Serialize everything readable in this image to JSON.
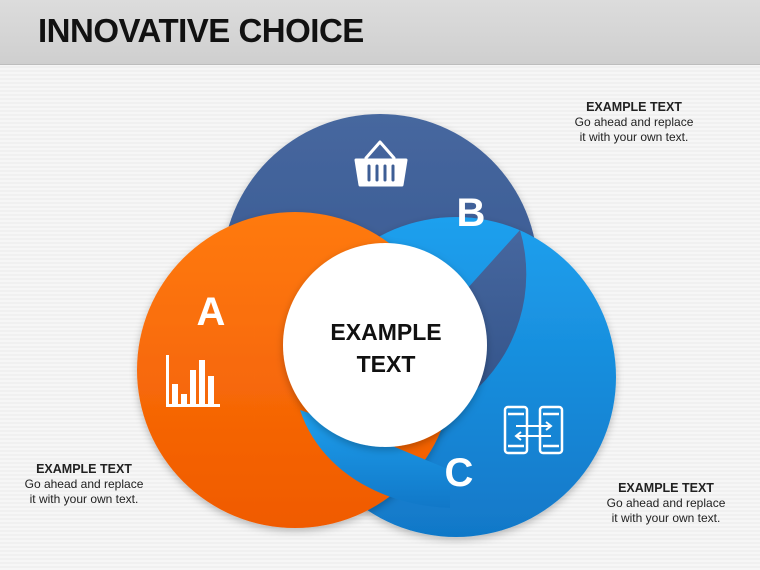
{
  "header": {
    "title": "INNOVATIVE CHOICE"
  },
  "diagram": {
    "center_label_line1": "EXAMPLE",
    "center_label_line2": "TEXT",
    "segments": [
      {
        "letter": "A",
        "color": "#ff6a00",
        "icon": "bar-chart-icon"
      },
      {
        "letter": "B",
        "color": "#3d5e95",
        "icon": "shopping-basket-icon"
      },
      {
        "letter": "C",
        "color": "#1a8fe0",
        "icon": "phones-transfer-icon"
      }
    ]
  },
  "notes": {
    "b": {
      "heading": "EXAMPLE TEXT",
      "line1": "Go ahead and replace",
      "line2": "it with your own text."
    },
    "a": {
      "heading": "EXAMPLE TEXT",
      "line1": "Go ahead and replace",
      "line2": "it with your own text."
    },
    "c": {
      "heading": "EXAMPLE TEXT",
      "line1": "Go ahead and replace",
      "line2": "it with your own text."
    }
  }
}
